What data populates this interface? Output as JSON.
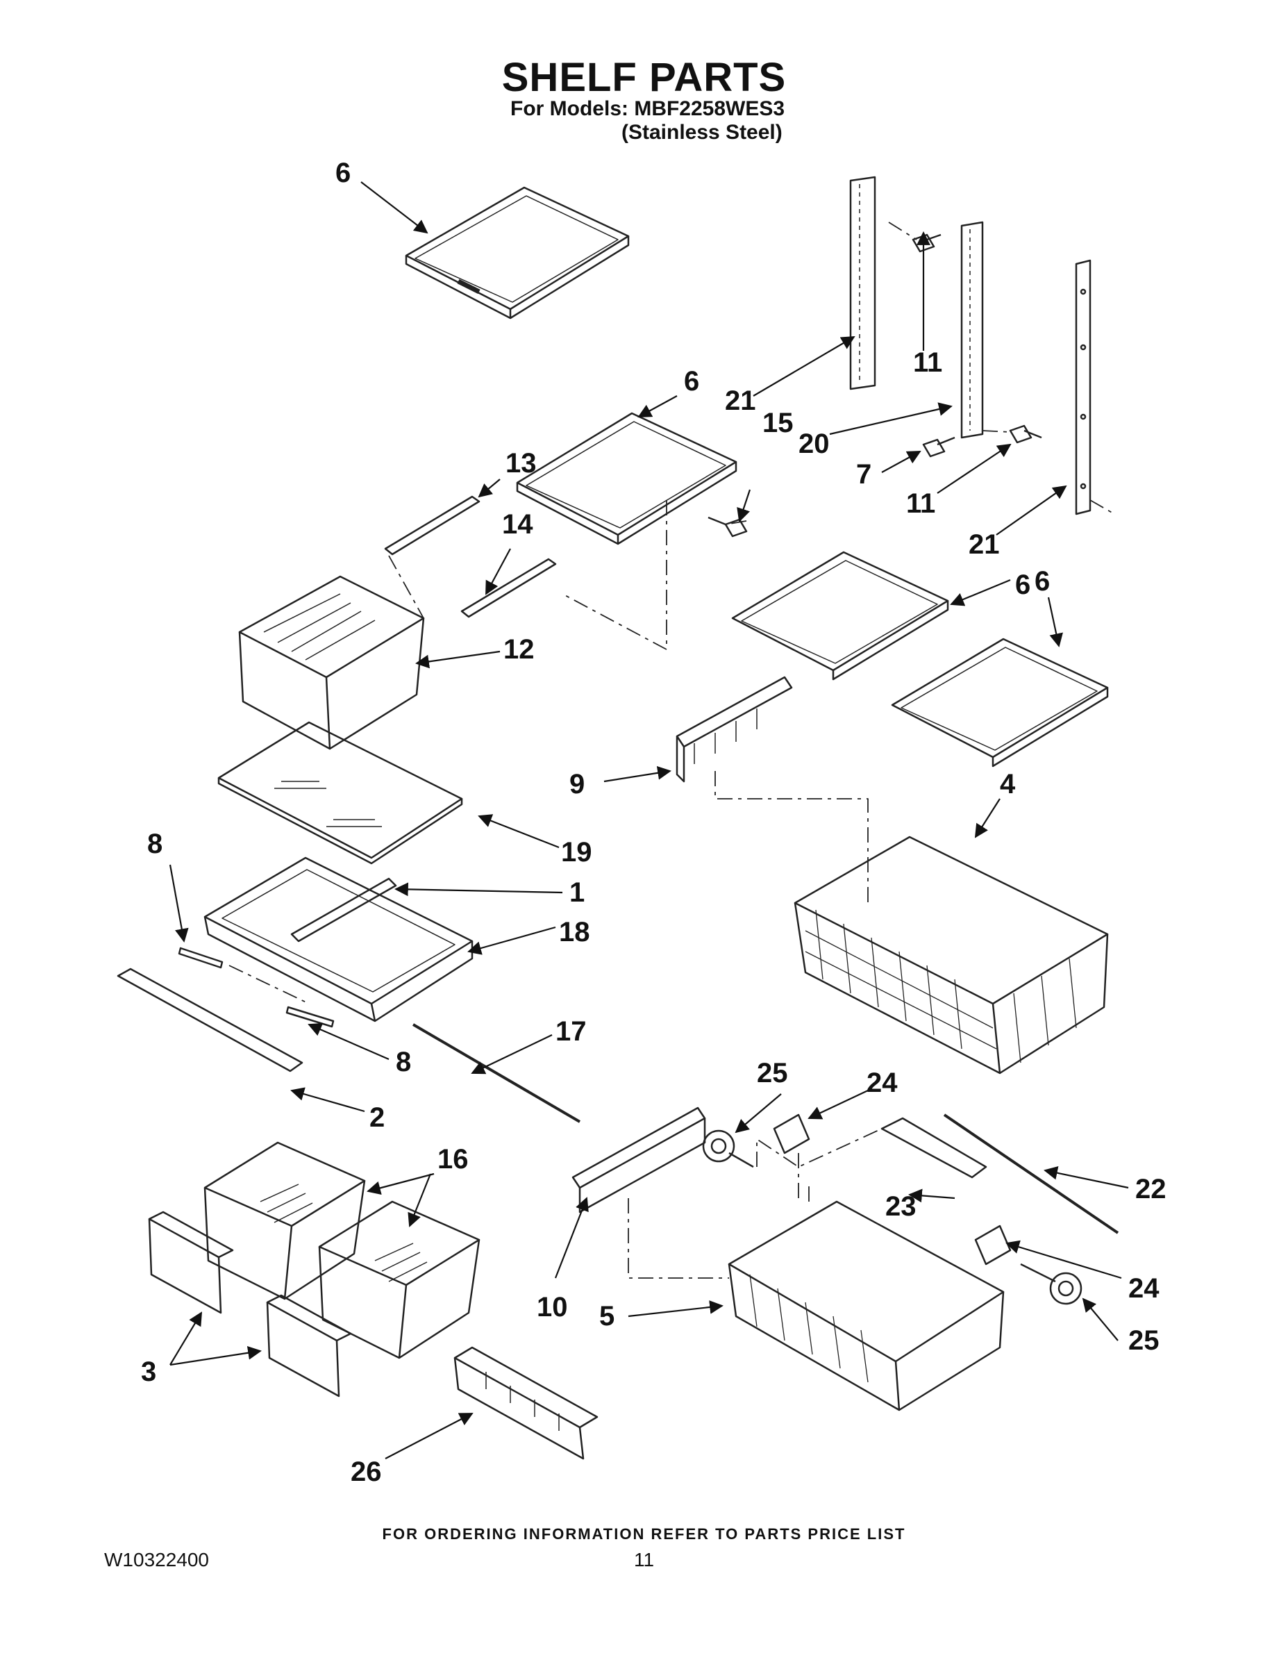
{
  "header": {
    "title": "SHELF PARTS",
    "models_line": "For Models: MBF2258WES3",
    "variant": "(Stainless Steel)"
  },
  "footer": {
    "ordering_note": "FOR ORDERING INFORMATION REFER TO PARTS PRICE LIST",
    "document_number": "W10322400",
    "page_number": "11"
  },
  "callouts": {
    "c6a": "6",
    "c6b": "6",
    "c6c": "6",
    "c6d": "6",
    "c21a": "21",
    "c21b": "21",
    "c11a": "11",
    "c11b": "11",
    "c15": "15",
    "c20": "20",
    "c7": "7",
    "c13": "13",
    "c14": "14",
    "c12": "12",
    "c9": "9",
    "c4": "4",
    "c19": "19",
    "c8a": "8",
    "c8b": "8",
    "c1": "1",
    "c18": "18",
    "c17": "17",
    "c2": "2",
    "c25a": "25",
    "c25b": "25",
    "c24a": "24",
    "c24b": "24",
    "c22": "22",
    "c23": "23",
    "c16": "16",
    "c10": "10",
    "c5": "5",
    "c3": "3",
    "c26": "26"
  }
}
